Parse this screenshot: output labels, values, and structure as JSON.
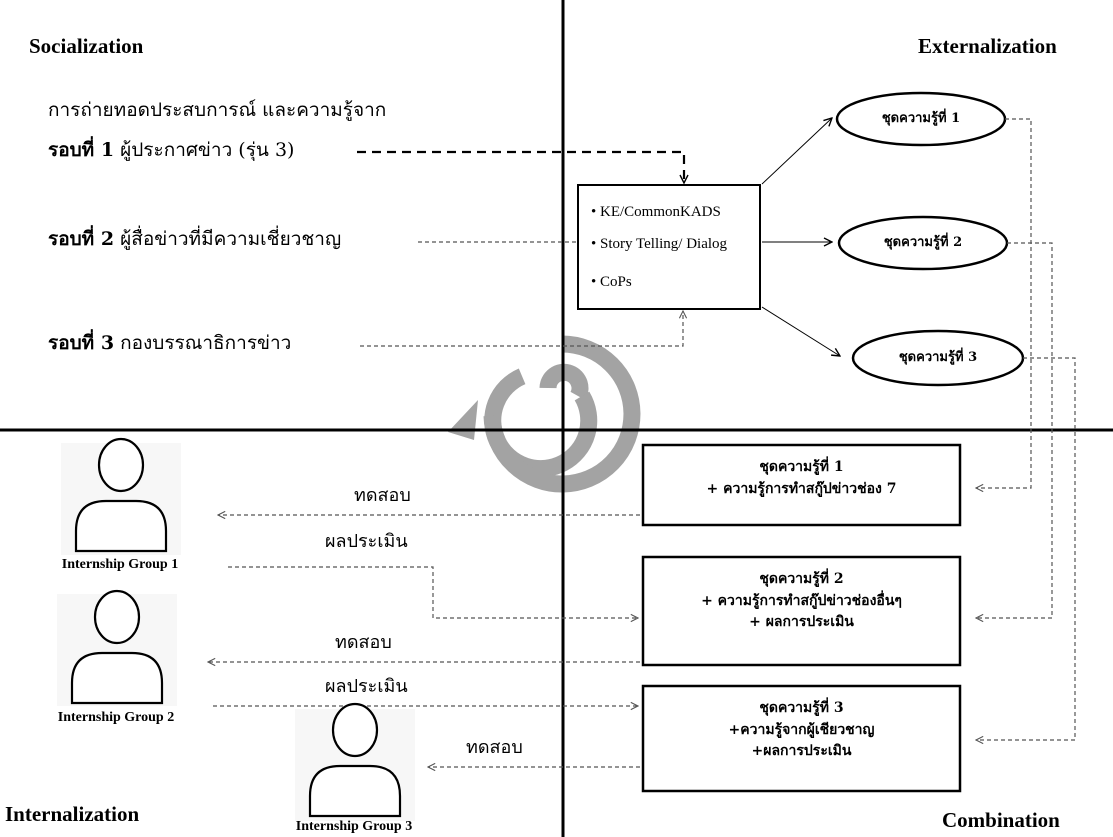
{
  "quadrants": {
    "top_left": "Socialization",
    "top_right": "Externalization",
    "bottom_left": "Internalization",
    "bottom_right": "Combination"
  },
  "socialization": {
    "intro": "การถ่ายทอดประสบการณ์ และความรู้จาก",
    "rounds": [
      {
        "label": "รอบที่ 1",
        "desc": "ผู้ประกาศข่าว (รุ่น  3)"
      },
      {
        "label": "รอบที่ 2",
        "desc": "ผู้สื่อข่าวที่มีความเชี่ยวชาญ"
      },
      {
        "label": "รอบที่ 3",
        "desc": "กองบรรณาธิการข่าว"
      }
    ]
  },
  "methods": {
    "items": [
      "KE/CommonKADS",
      "Story Telling/ Dialog",
      "CoPs"
    ]
  },
  "knowledge_sets": [
    "ชุดความรู้ที่ 1",
    "ชุดความรู้ที่ 2",
    "ชุดความรู้ที่ 3"
  ],
  "combination_boxes": [
    {
      "title": "ชุดความรู้ที่ 1",
      "lines": [
        "+ ความรู้การทำสกู๊ปข่าวช่อง 7"
      ]
    },
    {
      "title": "ชุดความรู้ที่ 2",
      "lines": [
        "+ ความรู้การทำสกู๊ปข่าวช่องอื่นๆ",
        "+ ผลการประเมิน"
      ]
    },
    {
      "title": "ชุดความรู้ที่ 3",
      "lines": [
        "+ความรู้จากผู้เชียวชาญ",
        "+ผลการประเมิน"
      ]
    }
  ],
  "internalization": {
    "test_label": "ทดสอบ",
    "eval_label": "ผลประเมิน",
    "groups": [
      "Internship Group 1",
      "Internship Group 2",
      "Internship Group 3"
    ]
  },
  "colors": {
    "line": "#000000",
    "spiral": "#a3a3a3",
    "dashed": "#555555"
  }
}
